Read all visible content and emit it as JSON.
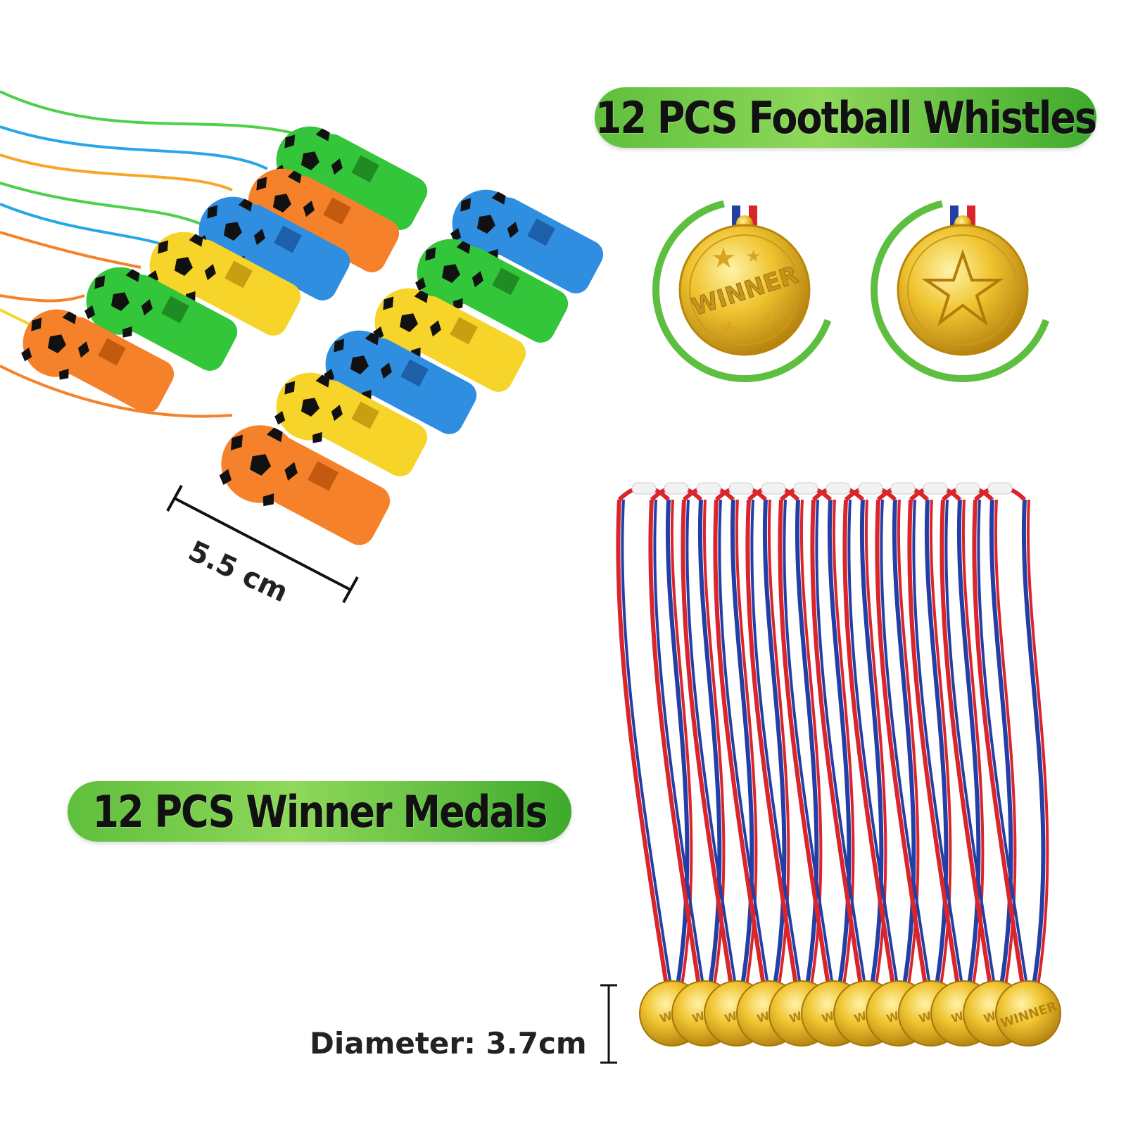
{
  "banners": {
    "whistles": "12 PCS Football Whistles",
    "medals": "12 PCS Winner Medals"
  },
  "dimensions": {
    "whistle_length": "5.5 cm",
    "medal_diameter": "Diameter: 3.7cm"
  },
  "medal_front_text": "WINNER",
  "medal_small_text": "WIN",
  "medal_small_text_last": "WINNER",
  "colors": {
    "banner_green": "#6cc844",
    "whistle_orange": "#f5822a",
    "whistle_green": "#34c63a",
    "whistle_yellow": "#f7d42a",
    "whistle_blue": "#2f8ee0",
    "medal_gold": "#e8b41c",
    "ribbon_red": "#d9252b",
    "ribbon_blue": "#233fa6"
  }
}
